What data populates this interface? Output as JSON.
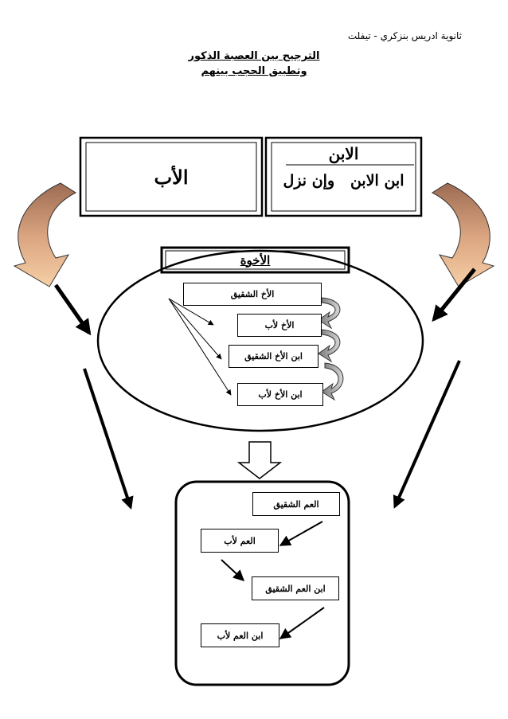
{
  "header": {
    "school": "ثانوية ادريس بنزكري - تيفلت"
  },
  "titles": {
    "line1": "الترجيح بين العصبة الذكور",
    "line2": "وتطبيق الحجب بينهم"
  },
  "top_boxes": {
    "father": "الأب",
    "son_title": "الابن",
    "son_sub": "ابن الابن   وإن نزل"
  },
  "brothers": {
    "title": "الأخوة",
    "items": [
      "الأخ الشقيق",
      "الأخ لأب",
      "ابن الأخ الشقيق",
      "ابن الأخ لأب"
    ]
  },
  "uncles": {
    "items": [
      "العم الشقيق",
      "العم لأب",
      "ابن العم الشقيق",
      "ابن العم لأب"
    ]
  }
}
